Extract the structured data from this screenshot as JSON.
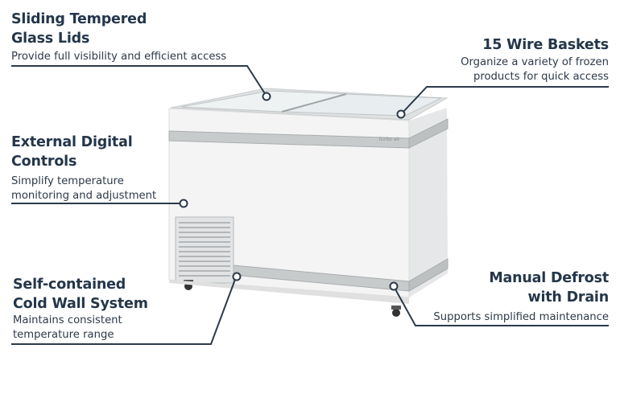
{
  "features": {
    "lids": {
      "title": "Sliding Tempered\nGlass Lids",
      "desc": "Provide full visibility and efficient access"
    },
    "baskets": {
      "title": "15 Wire Baskets",
      "desc": "Organize a variety of frozen\nproducts for quick access"
    },
    "controls": {
      "title": "External Digital\nControls",
      "desc": "Simplify temperature\nmonitoring and adjustment"
    },
    "coldwall": {
      "title": "Self-contained\nCold Wall System",
      "desc": "Maintains consistent\ntemperature range"
    },
    "defrost": {
      "title": "Manual Defrost\nwith Drain",
      "desc": "Supports simplified maintenance"
    }
  },
  "product": {
    "logo": "Turbo air"
  },
  "colors": {
    "line": "#2b3a4a",
    "title": "#24364a",
    "body": "#f3f3f3",
    "trim": "#b9bcbd"
  }
}
